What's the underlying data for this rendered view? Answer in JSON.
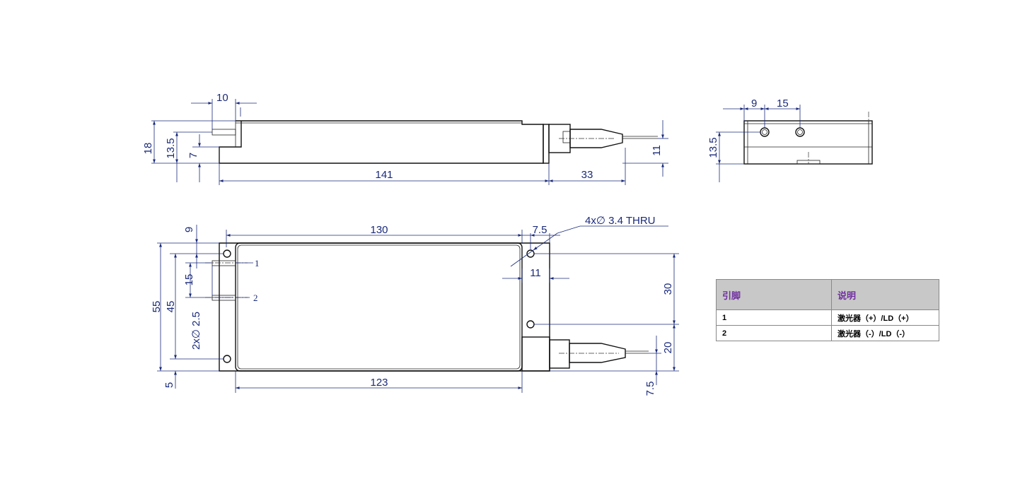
{
  "dimensions": {
    "top_view": {
      "w10": "10",
      "h18": "18",
      "h13_5": "13.5",
      "h7": "7",
      "h11": "11",
      "l141": "141",
      "l33": "33"
    },
    "end_view": {
      "w9": "9",
      "w15": "15",
      "h13_5": "13.5"
    },
    "plan_view": {
      "v9": "9",
      "l130": "130",
      "l7_5": "7.5",
      "hole_callout": "4x∅ 3.4 THRU",
      "l11": "11",
      "v15": "15",
      "v55": "55",
      "v45": "45",
      "pin_callout": "2x∅ 2.5",
      "v5": "5",
      "l123": "123",
      "v30": "30",
      "v20": "20",
      "v7_5": "7.5"
    },
    "pin_labels": [
      "1",
      "2"
    ]
  },
  "pin_table": {
    "headers": [
      "引脚",
      "说明"
    ],
    "rows": [
      {
        "pin": "1",
        "desc": "激光器（+）/LD（+）"
      },
      {
        "pin": "2",
        "desc": "激光器（-）/LD（-）"
      }
    ]
  }
}
